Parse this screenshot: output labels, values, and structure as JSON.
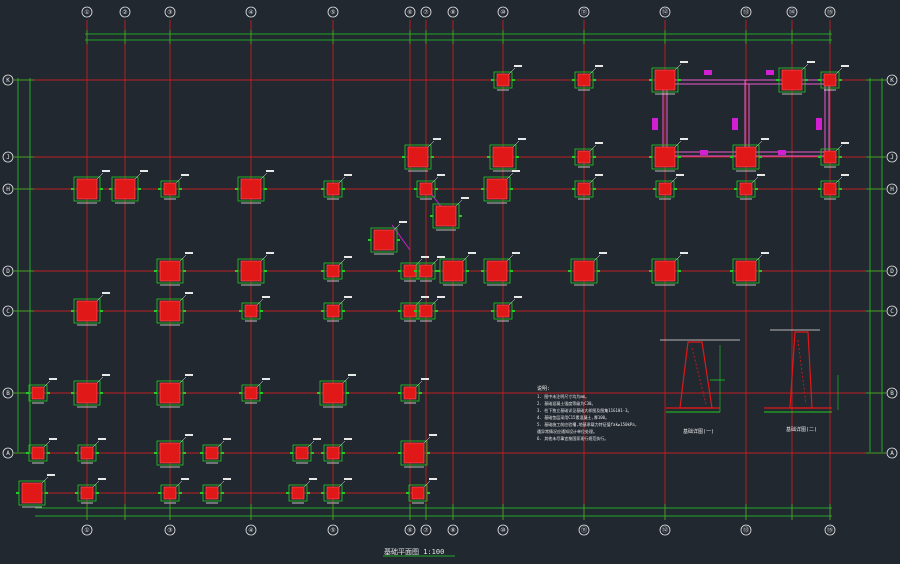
{
  "drawing": {
    "title": "基础平面图 1:100",
    "scale_note": "1:100"
  },
  "axes": {
    "vertical": [
      "①",
      "②",
      "③",
      "④",
      "⑤",
      "⑥",
      "⑦",
      "⑧",
      "⑩",
      "⑪",
      "⑫",
      "⑬",
      "⑭",
      "⑮"
    ],
    "vertical_bottom": [
      "①",
      "③",
      "④",
      "⑤",
      "⑥",
      "⑦",
      "⑧",
      "⑩",
      "⑪",
      "⑫",
      "⑬",
      "⑮"
    ],
    "horizontal": [
      "K",
      "J",
      "H",
      "D",
      "C",
      "B",
      "A"
    ]
  },
  "notes": {
    "heading": "说明:",
    "lines": [
      "1. 图中未注明尺寸均为mm。",
      "2. 基础混凝土强度等级为C30。",
      "3. 柱下独立基础详见基础大样图及图集11G101-3。",
      "4. 基础垫层采用C15素混凝土,厚100。",
      "5. 基础施工前应验槽,地基承载力特征值fak≥150kPa,",
      "   遇异常情况应通知设计单位处理。",
      "6. 其他未尽事宜按国家现行规范执行。"
    ]
  },
  "details": {
    "detail1_label": "基础详图(一)",
    "detail2_label": "基础详图(二)"
  },
  "colors": {
    "background": "#212830",
    "axis_lines": "#ee1c1c",
    "dimension_lines": "#22cc22",
    "footings": "#e01818",
    "walls": "#f05ad0",
    "text": "#e8e8e8"
  }
}
